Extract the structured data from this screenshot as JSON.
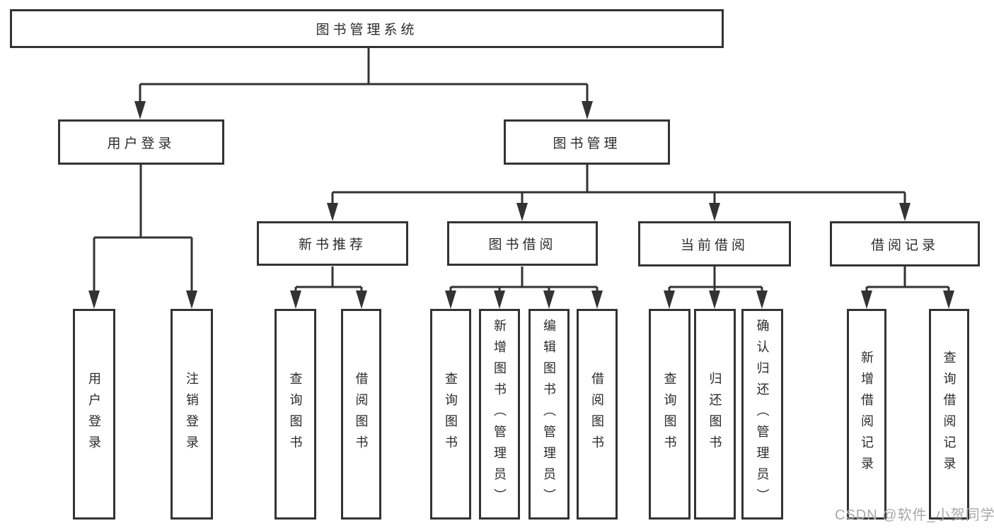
{
  "diagram": {
    "watermark": "CSDN @软件_小贺同学",
    "colors": {
      "line": "#333333",
      "text": "#2b2b2b",
      "background": "#ffffff",
      "watermark": "#a8a8a8"
    },
    "root": {
      "label": "图书管理系统"
    },
    "branches": [
      {
        "label": "用户登录",
        "children": [
          {
            "label": "用户登录"
          },
          {
            "label": "注销登录"
          }
        ]
      },
      {
        "label": "图书管理",
        "children": [
          {
            "label": "新书推荐",
            "children": [
              {
                "label": "查询图书"
              },
              {
                "label": "借阅图书"
              }
            ]
          },
          {
            "label": "图书借阅",
            "children": [
              {
                "label": "查询图书"
              },
              {
                "label": "新增图书（管理员）"
              },
              {
                "label": "编辑图书（管理员）"
              },
              {
                "label": "借阅图书"
              }
            ]
          },
          {
            "label": "当前借阅",
            "children": [
              {
                "label": "查询图书"
              },
              {
                "label": "归还图书"
              },
              {
                "label": "确认归还（管理员）"
              }
            ]
          },
          {
            "label": "借阅记录",
            "children": [
              {
                "label": "新增借阅记录"
              },
              {
                "label": "查询借阅记录"
              }
            ]
          }
        ]
      }
    ]
  }
}
